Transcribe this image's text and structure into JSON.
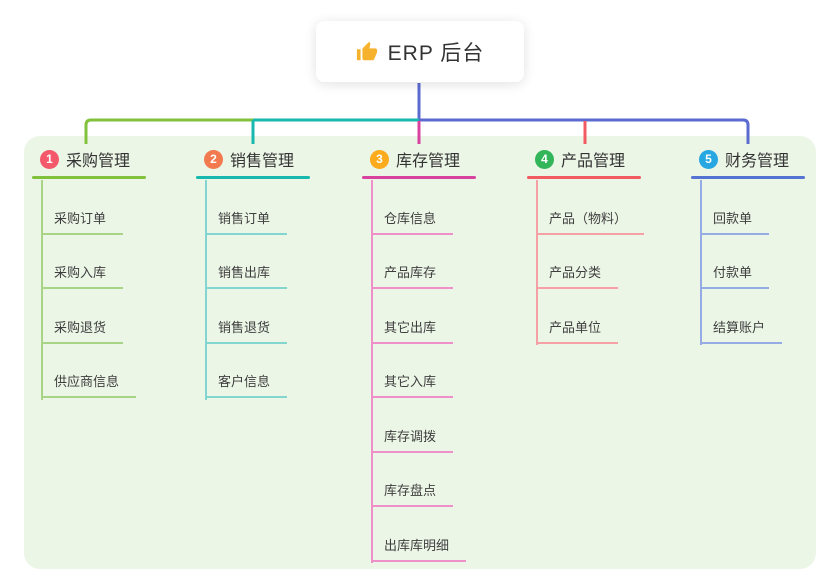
{
  "root": {
    "label": "ERP 后台",
    "icon": "thumbs-up-icon",
    "icon_color": "#f6b12d"
  },
  "colors": {
    "panel_bg": "#ecf6e7",
    "root_connector": "#5b6bd0",
    "text": "#333333"
  },
  "branches": [
    {
      "index": "1",
      "label": "采购管理",
      "badge_color": "#f4586b",
      "color": "#82c13c",
      "light_color": "#a9d487",
      "children": [
        "采购订单",
        "采购入库",
        "采购退货",
        "供应商信息"
      ]
    },
    {
      "index": "2",
      "label": "销售管理",
      "badge_color": "#f3794e",
      "color": "#17b8ae",
      "light_color": "#82d6cf",
      "children": [
        "销售订单",
        "销售出库",
        "销售退货",
        "客户信息"
      ]
    },
    {
      "index": "3",
      "label": "库存管理",
      "badge_color": "#fbab1b",
      "color": "#d8439f",
      "light_color": "#f090c8",
      "children": [
        "仓库信息",
        "产品库存",
        "其它出库",
        "其它入库",
        "库存调拨",
        "库存盘点",
        "出库库明细"
      ]
    },
    {
      "index": "4",
      "label": "产品管理",
      "badge_color": "#33b559",
      "color": "#f25b62",
      "light_color": "#f5a0a4",
      "children": [
        "产品（物料）",
        "产品分类",
        "产品单位"
      ]
    },
    {
      "index": "5",
      "label": "财务管理",
      "badge_color": "#27a7e1",
      "color": "#5573d2",
      "light_color": "#96abe4",
      "children": [
        "回款单",
        "付款单",
        "结算账户"
      ]
    }
  ]
}
